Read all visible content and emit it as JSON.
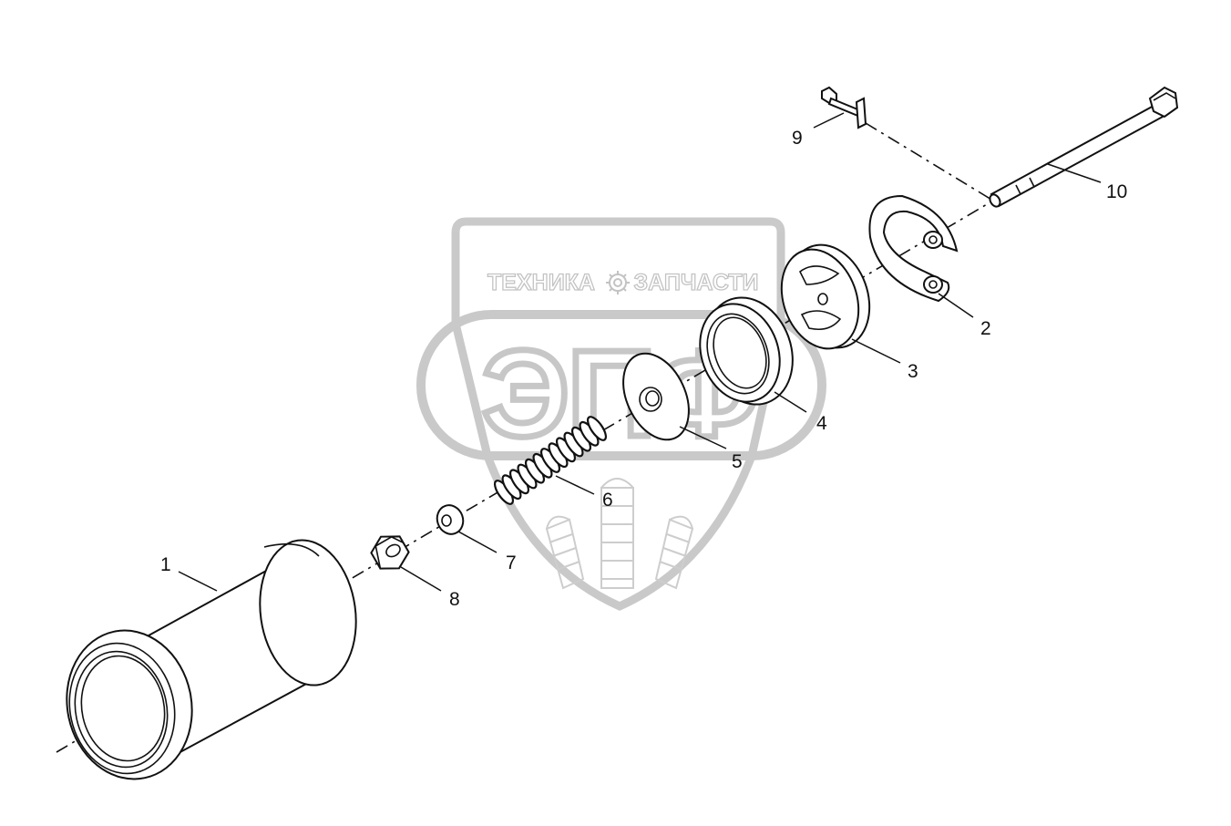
{
  "watermark": {
    "top_left_text": "ТЕХНИКА",
    "top_right_text": "ЗАПЧАСТИ",
    "main_text": "ЭПФ",
    "gear_icon": "gear-icon",
    "wheat_icon": "wheat-icon",
    "color": "#b8b8b8"
  },
  "callouts": [
    {
      "id": "p1",
      "label": "1"
    },
    {
      "id": "p2",
      "label": "2"
    },
    {
      "id": "p3",
      "label": "3"
    },
    {
      "id": "p4",
      "label": "4"
    },
    {
      "id": "p5",
      "label": "5"
    },
    {
      "id": "p6",
      "label": "6"
    },
    {
      "id": "p7",
      "label": "7"
    },
    {
      "id": "p8",
      "label": "8"
    },
    {
      "id": "p9",
      "label": "9"
    },
    {
      "id": "p10",
      "label": "10"
    }
  ]
}
